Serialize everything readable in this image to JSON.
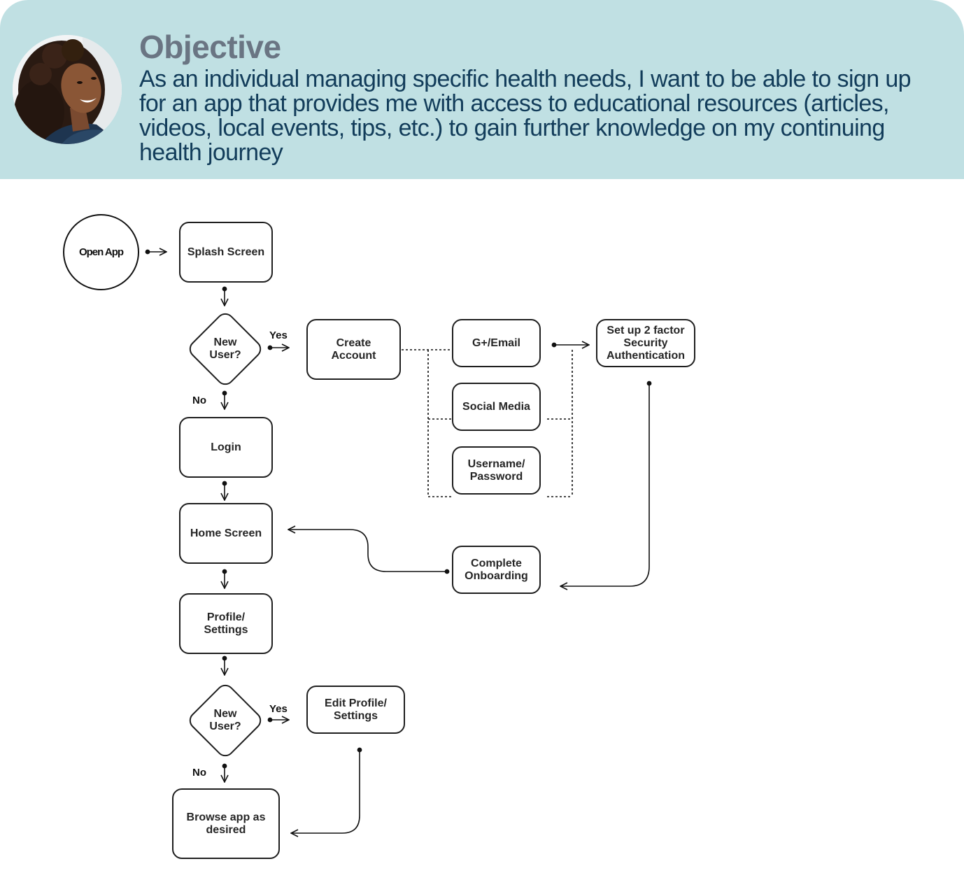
{
  "header": {
    "title": "Objective",
    "objective_text": "As an individual managing specific health needs, I want to be able to sign up for an app that provides me with access to educational resources (articles, videos, local events, tips, etc.) to gain further knowledge on my continuing health journey",
    "background_color": "#c0e0e3",
    "title_color": "#6a7583",
    "text_color": "#123c5a"
  },
  "flowchart": {
    "start": "Open App",
    "nodes": {
      "splash": "Splash Screen",
      "decision1": "New\nUser?",
      "create_account": "Create\nAccount",
      "google_email": "G+/Email",
      "social_media": "Social Media",
      "username_password": "Username/\nPassword",
      "two_factor": "Set up 2 factor\nSecurity\nAuthentication",
      "complete_onboarding": "Complete\nOnboarding",
      "login": "Login",
      "home": "Home Screen",
      "profile_settings": "Profile/\nSettings",
      "decision2": "New\nUser?",
      "edit_profile": "Edit Profile/\nSettings",
      "browse": "Browse app as\ndesired"
    },
    "labels": {
      "yes1": "Yes",
      "no1": "No",
      "yes2": "Yes",
      "no2": "No"
    }
  }
}
